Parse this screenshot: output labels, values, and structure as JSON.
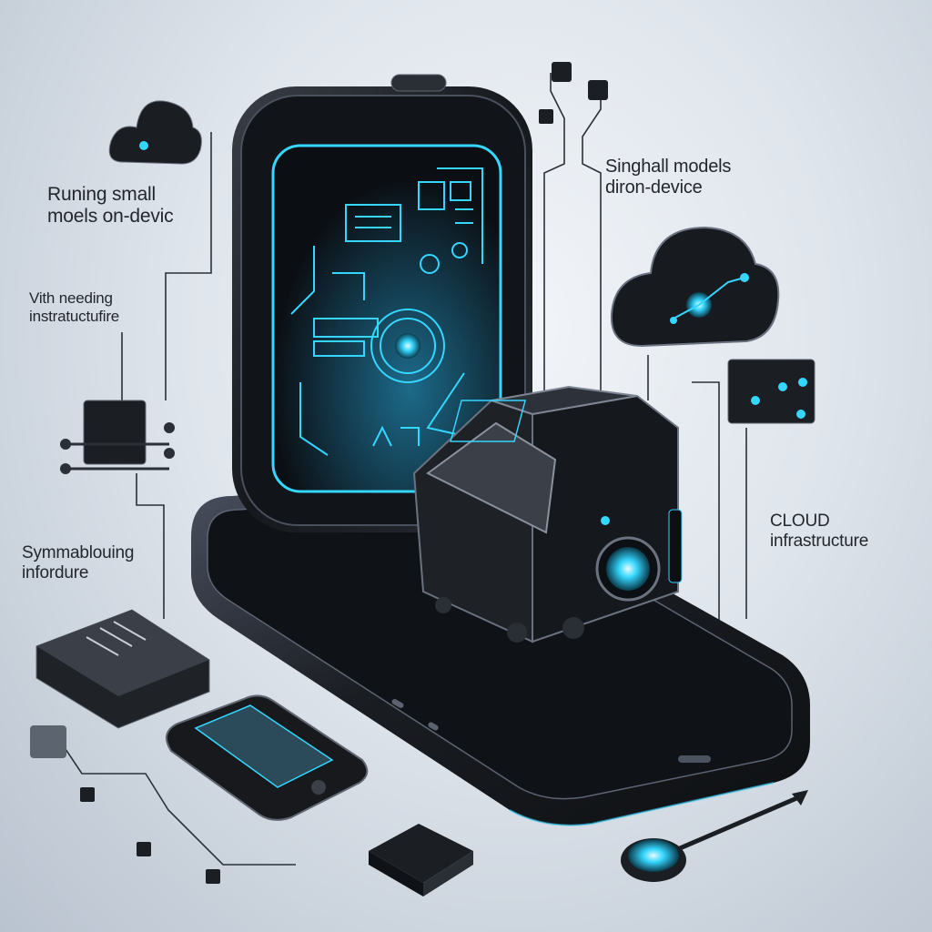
{
  "labels": {
    "top_left": {
      "line1": "Runing small",
      "line2": "moels on-devic"
    },
    "mid_left": {
      "line1": "Vith needing",
      "line2": "instratuctufire"
    },
    "top_right": {
      "line1": "Singhall models",
      "line2": "diron-device"
    },
    "right": {
      "line1": "Cloud",
      "line2": "infrastructure"
    },
    "lower_left": {
      "line1": "Symmablouing",
      "line2": "infordure"
    }
  },
  "colors": {
    "glow": "#35d6ff",
    "device_body": "#1b1e23",
    "background": "#dfe5ec"
  },
  "icons": [
    "cloud-icon",
    "chip-icon",
    "gear-icon",
    "sensor-icon",
    "circuit-icon"
  ]
}
